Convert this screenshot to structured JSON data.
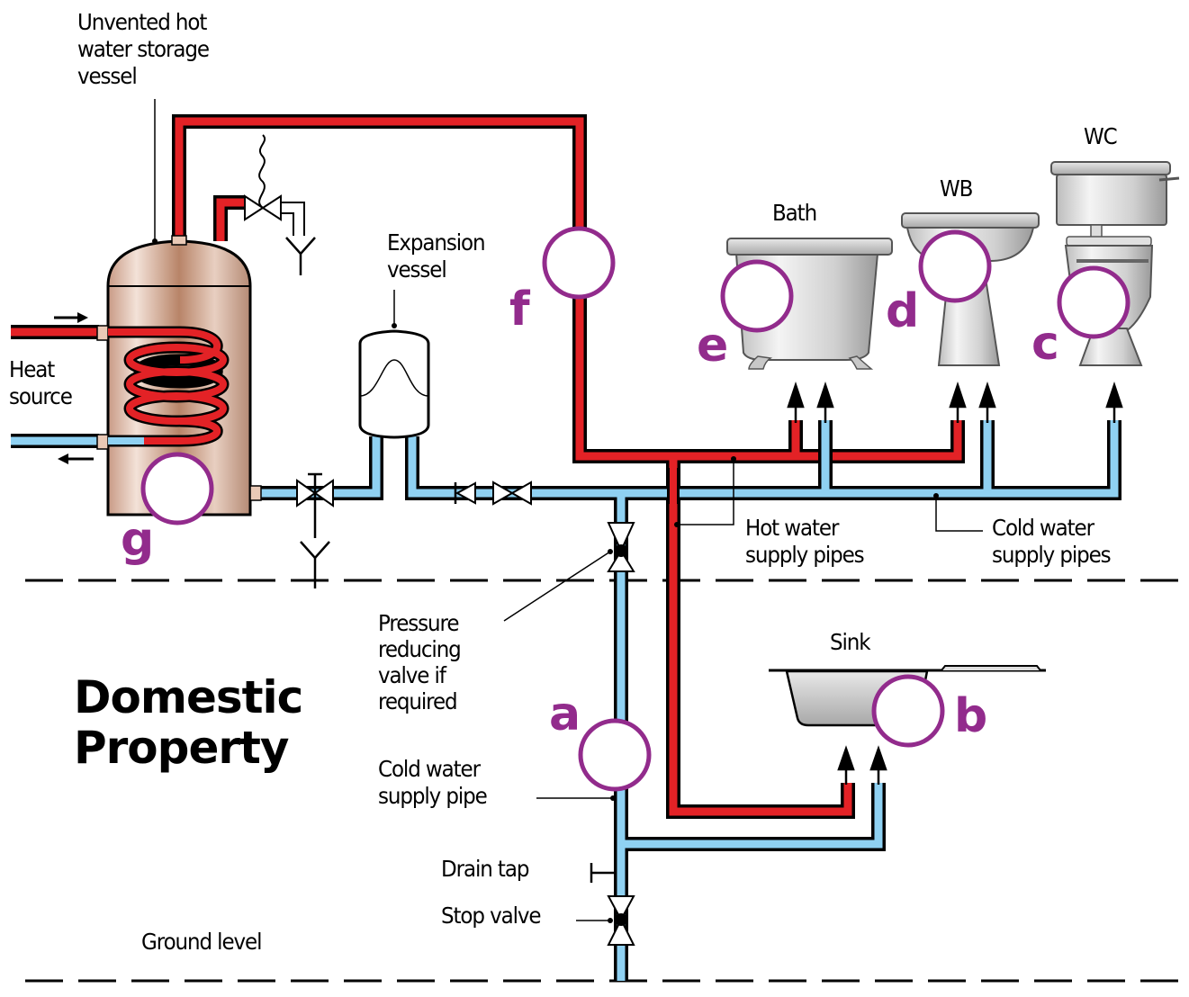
{
  "colors": {
    "hot_pipe": "#e32226",
    "cold_pipe": "#8fd1f2",
    "outline": "#000000",
    "marker_ring": "#922b8c",
    "letter": "#922b8c",
    "cylinder": "#d9b3a0",
    "fixture": "#d4d4d4"
  },
  "labels": {
    "vessel": [
      "Unvented hot",
      "water storage",
      "vessel"
    ],
    "heat_source": [
      "Heat",
      "source"
    ],
    "expansion": [
      "Expansion",
      "vessel"
    ],
    "bath": "Bath",
    "wb": "WB",
    "wc": "WC",
    "sink": "Sink",
    "hot_supply": [
      "Hot water",
      "supply pipes"
    ],
    "cold_supply": [
      "Cold water",
      "supply pipes"
    ],
    "prv": [
      "Pressure",
      "reducing",
      "valve if",
      "required"
    ],
    "cold_pipe": [
      "Cold water",
      "supply pipe"
    ],
    "drain_tap": "Drain tap",
    "stop_valve": "Stop valve",
    "ground": "Ground level",
    "title": [
      "Domestic",
      "Property"
    ]
  },
  "markers": [
    {
      "letter": "a",
      "fixture": "cold water supply pipe"
    },
    {
      "letter": "b",
      "fixture": "sink"
    },
    {
      "letter": "c",
      "fixture": "WC"
    },
    {
      "letter": "d",
      "fixture": "WB"
    },
    {
      "letter": "e",
      "fixture": "bath"
    },
    {
      "letter": "f",
      "fixture": "hot water pipe"
    },
    {
      "letter": "g",
      "fixture": "storage vessel"
    }
  ]
}
